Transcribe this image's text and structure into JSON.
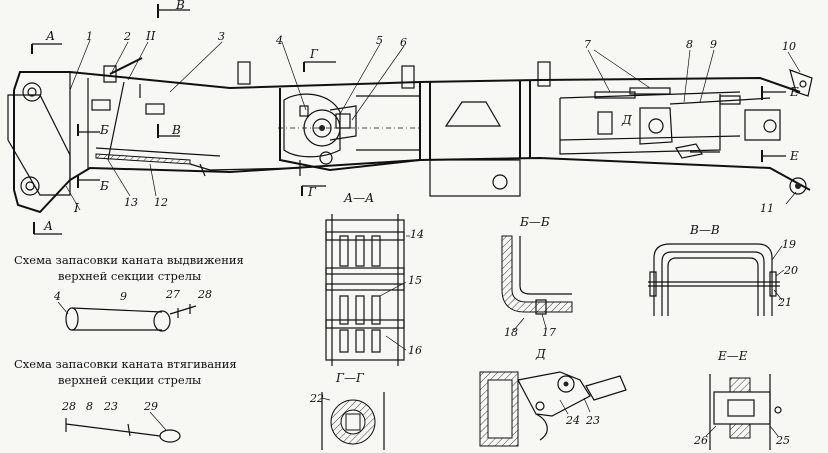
{
  "callouts": {
    "c1": "1",
    "c2": "2",
    "c3": "3",
    "c4": "4",
    "c5": "5",
    "c6": "6",
    "c7": "7",
    "c8": "8",
    "c9": "9",
    "c10": "10",
    "c11": "11",
    "c12": "12",
    "c13": "13",
    "c14": "14",
    "c15": "15",
    "c16": "16",
    "c17": "17",
    "c18": "18",
    "c19": "19",
    "c20": "20",
    "c21": "21",
    "c22": "22",
    "c23": "23",
    "c24": "24",
    "c25": "25",
    "c26": "26",
    "c27": "27",
    "c28": "28",
    "c29": "29",
    "roman1": "I",
    "roman2": "II"
  },
  "section_marks": {
    "A": "А",
    "B": "Б",
    "V": "В",
    "G": "Г",
    "D": "Д",
    "E": "Е"
  },
  "section_titles": {
    "aa": "А—А",
    "bb": "Б—Б",
    "vv": "В—В",
    "gg": "Г—Г",
    "d": "Д",
    "ee": "Е—Е"
  },
  "captions": {
    "extend_line1": "Схема запасовки каната выдвижения",
    "extend_line2": "верхней секции стрелы",
    "retract_line1": "Схема запасовки каната втягивания",
    "retract_line2": "верхней секции стрелы"
  },
  "scheme_extend": {
    "n4": "4",
    "n9": "9",
    "n27": "27",
    "n28": "28"
  },
  "scheme_retract": {
    "n28": "28",
    "n8": "8",
    "n23": "23",
    "n29": "29"
  }
}
